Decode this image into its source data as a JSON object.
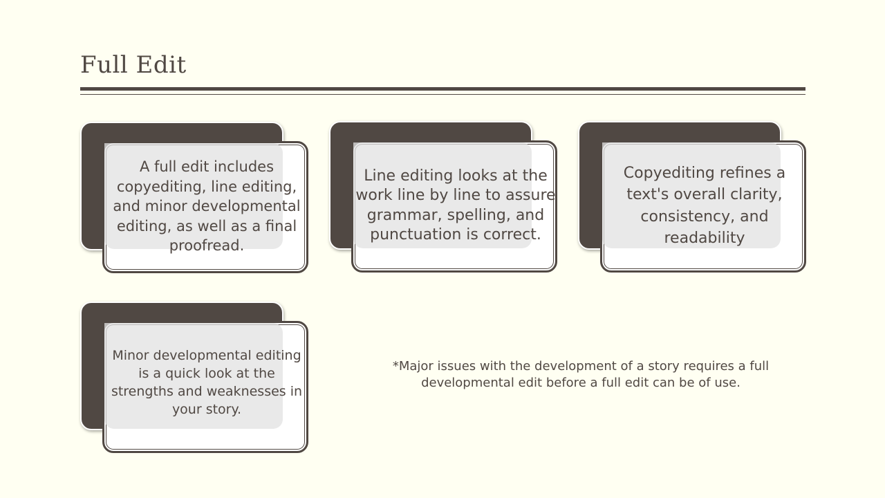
{
  "title": "Full Edit",
  "cards": [
    {
      "text": "A full edit includes copyediting, line editing, and minor developmental editing, as well as a final proofread."
    },
    {
      "text": "Line editing looks at the work line by line to assure grammar, spelling, and punctuation is correct."
    },
    {
      "text": "Copyediting refines a text's overall clarity, consistency, and readability"
    },
    {
      "text": "Minor developmental editing is a quick look at the strengths and weaknesses in your story."
    }
  ],
  "note": "*Major issues with the development of a story requires a full developmental edit before a full edit can be of use.",
  "colors": {
    "background": "#fffff2",
    "dark": "#504843"
  }
}
